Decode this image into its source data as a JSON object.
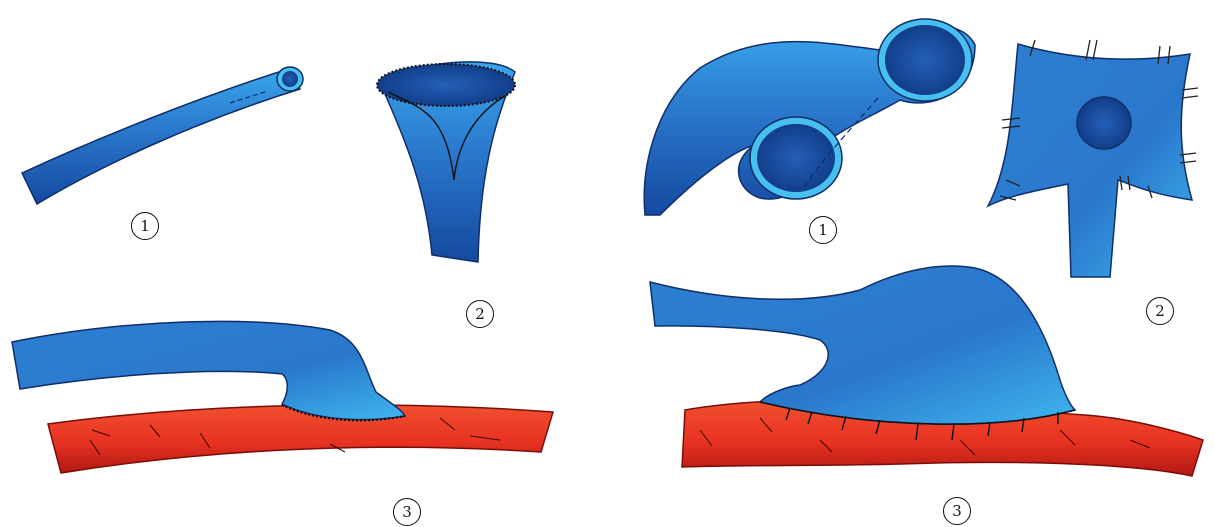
{
  "figure": {
    "colors": {
      "vein_blue": "#2a78cc",
      "vein_blue_dark": "#1549a0",
      "vein_blue_light": "#47c0f0",
      "artery_red": "#e83222",
      "artery_red_dark": "#b01912",
      "suture": "#111111",
      "background": "#ffffff"
    },
    "left_panel": {
      "labels": {
        "step1": "1",
        "step2": "2",
        "step3": "3"
      }
    },
    "right_panel": {
      "labels": {
        "step1": "1",
        "step2": "2",
        "step3": "3"
      }
    }
  }
}
